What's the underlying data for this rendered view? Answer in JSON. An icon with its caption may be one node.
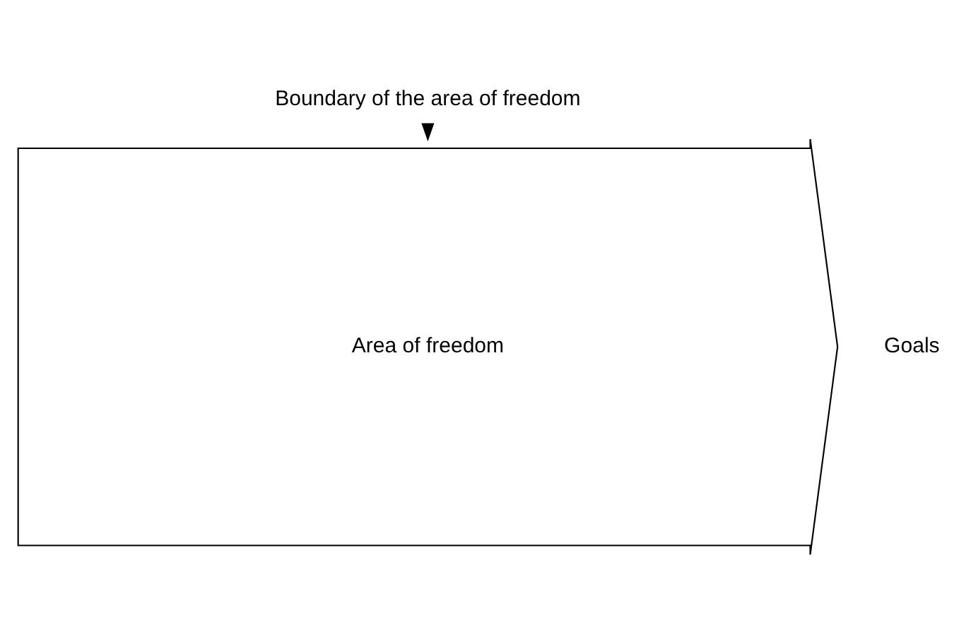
{
  "diagram": {
    "nodes": [
      {
        "text": [
          "Area of freedom"
        ]
      },
      {
        "text": [
          "Boundary of the area of freedom"
        ]
      }
    ],
    "edges": [
      {
        "from": 1,
        "to": 0,
        "arrow": "to"
      }
    ],
    "labels": [
      "Goals"
    ]
  }
}
